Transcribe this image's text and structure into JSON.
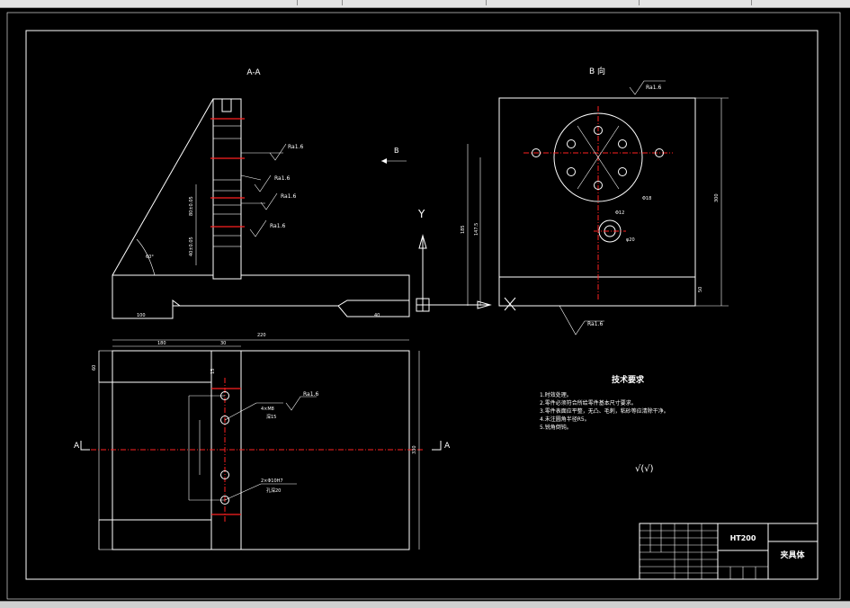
{
  "labels": {
    "section_aa": "A-A",
    "view_b": "B 向",
    "arrow_b": "B",
    "axis_y": "Y",
    "section_mark_left": "A",
    "section_mark_right": "A"
  },
  "tech_requirements": {
    "title": "技术要求",
    "items": [
      "1.时效处理。",
      "2.零件必须符合所给零件基本尺寸要求。",
      "3.零件表面应平整，无凸、毛刺，粘砂等应清除干净。",
      "4.未注圆角半径R5。",
      "5.锐角倒钝。"
    ]
  },
  "roughness_note": "√(√)",
  "title_block": {
    "material": "HT200",
    "name": "夹具体"
  },
  "dimensions": {
    "d_220": "220",
    "d_180": "180",
    "d_30": "30",
    "d_60": "60",
    "d_40": "40",
    "d_330": "330",
    "d_100": "100"
  },
  "roughness": {
    "ra16a": "Ra1.6",
    "ra16b": "Ra1.6",
    "ra16c": "Ra1.6",
    "ra16d": "Ra1.6",
    "ra16e": "Ra1.6",
    "ra16f": "Ra1.6"
  },
  "colors": {
    "background": "#000000",
    "lines": "#ffffff",
    "centerlines": "#ff2020"
  }
}
